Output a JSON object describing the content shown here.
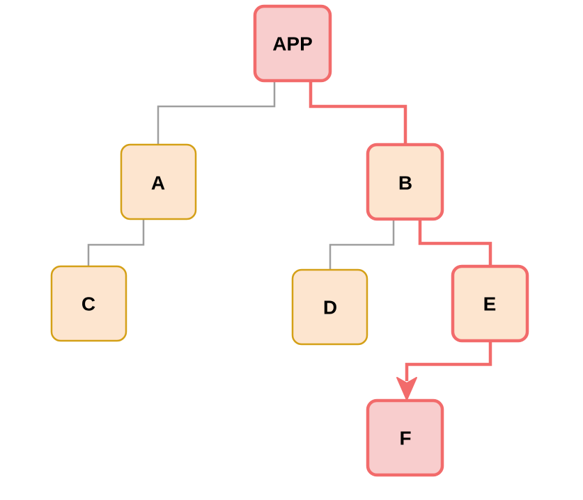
{
  "colors": {
    "highlight_stroke": "#f26b6b",
    "highlight_fill": "#f8cdcd",
    "normal_stroke": "#d4a017",
    "normal_fill": "#fde5cf",
    "plain_edge": "#9e9e9e",
    "text": "#000000"
  },
  "nodes": {
    "app": {
      "label": "APP",
      "style": "highlight"
    },
    "a": {
      "label": "A",
      "style": "normal"
    },
    "b": {
      "label": "B",
      "style": "path"
    },
    "c": {
      "label": "C",
      "style": "normal"
    },
    "d": {
      "label": "D",
      "style": "normal"
    },
    "e": {
      "label": "E",
      "style": "path"
    },
    "f": {
      "label": "F",
      "style": "highlight"
    }
  },
  "edges": [
    {
      "from": "APP",
      "to": "A",
      "style": "plain"
    },
    {
      "from": "APP",
      "to": "B",
      "style": "highlight"
    },
    {
      "from": "A",
      "to": "C",
      "style": "plain"
    },
    {
      "from": "B",
      "to": "D",
      "style": "plain"
    },
    {
      "from": "B",
      "to": "E",
      "style": "highlight"
    },
    {
      "from": "E",
      "to": "F",
      "style": "highlight-arrow"
    }
  ]
}
